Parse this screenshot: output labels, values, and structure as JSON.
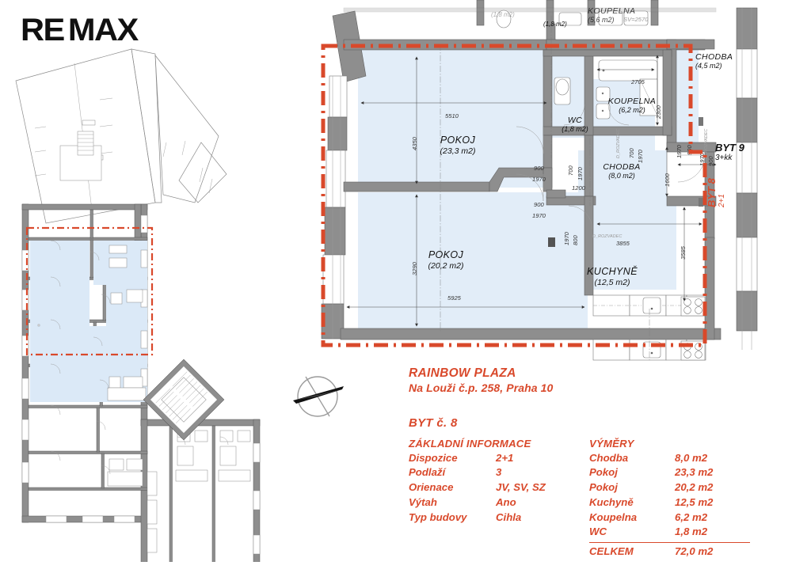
{
  "brand": {
    "name_left": "RE",
    "name_right": "MAX",
    "full": "RE/MAX"
  },
  "building": {
    "name": "RAINBOW PLAZA",
    "address": "Na Louži č.p. 258, Praha 10"
  },
  "unit": {
    "title": "BYT č. 8"
  },
  "basic_info": {
    "heading": "ZÁKLADNÍ INFORMACE",
    "rows": [
      {
        "label": "Dispozice",
        "value": "2+1"
      },
      {
        "label": "Podlaží",
        "value": "3"
      },
      {
        "label": "Orienace",
        "value": "JV, SV, SZ"
      },
      {
        "label": "Výtah",
        "value": "Ano"
      },
      {
        "label": "Typ budovy",
        "value": "Cihla"
      }
    ]
  },
  "areas": {
    "heading": "VÝMĚRY",
    "rows": [
      {
        "label": "Chodba",
        "value": "8,0 m2"
      },
      {
        "label": "Pokoj",
        "value": "23,3 m2"
      },
      {
        "label": "Pokoj",
        "value": "20,2 m2"
      },
      {
        "label": "Kuchyně",
        "value": "12,5 m2"
      },
      {
        "label": "Koupelna",
        "value": "6,2 m2"
      },
      {
        "label": "WC",
        "value": "1,8 m2"
      }
    ],
    "total": {
      "label": "CELKEM",
      "value": "72,0 m2"
    }
  },
  "plan": {
    "rooms": [
      {
        "name": "POKOJ",
        "area": "(23,3 m2)"
      },
      {
        "name": "POKOJ",
        "area": "(20,2 m2)"
      },
      {
        "name": "KUCHYNĚ",
        "area": "(12,5 m2)"
      },
      {
        "name": "CHODBA",
        "area": "(8,0 m2)"
      },
      {
        "name": "KOUPELNA",
        "area": "(6,2 m2)"
      },
      {
        "name": "WC",
        "area": "(1,8 m2)"
      }
    ],
    "neighbour_rooms": [
      {
        "name": "CHODBA",
        "area": "(4,5 m2)"
      },
      {
        "name": "KOUPELNA",
        "area": "(5,6 m2)",
        "note": "SV=2570"
      },
      {
        "name": "",
        "area": "(1,8 m2)"
      }
    ],
    "unit_tags": [
      {
        "code": "BYT 9",
        "layout": "3+kk",
        "color": "#111111"
      },
      {
        "code": "BYT 8",
        "layout": "2+1",
        "color": "#d9492b"
      }
    ],
    "dimensions": {
      "pokoj1_w": "5510",
      "pokoj1_h": "4350",
      "pokoj2_w": "5925",
      "pokoj2_h": "3290",
      "kuchyne_w": "3855",
      "kuchyne_h": "3585",
      "chodba_h": "1600",
      "chodba_w": "1200",
      "koupelna_h": "2300",
      "bath_len": "2705"
    },
    "door_tags": [
      {
        "w": "900",
        "h": "1970"
      },
      {
        "w": "900",
        "h": "1970"
      },
      {
        "w": "900",
        "h": "1970"
      },
      {
        "w": "700",
        "h": "1970"
      },
      {
        "w": "700",
        "h": "1970"
      },
      {
        "w": "800",
        "h": "1970"
      },
      {
        "w": "800",
        "h": "1970"
      },
      {
        "w": "900",
        "h": "1970"
      }
    ],
    "misc_notes": [
      "D_ROZVADEC",
      "SV=2570"
    ]
  },
  "colors": {
    "accent_red": "#d9492b",
    "room_fill": "#e2edf8",
    "wall_gray": "#8b8b8b",
    "text_black": "#111111"
  },
  "compass": {
    "label": "N"
  }
}
